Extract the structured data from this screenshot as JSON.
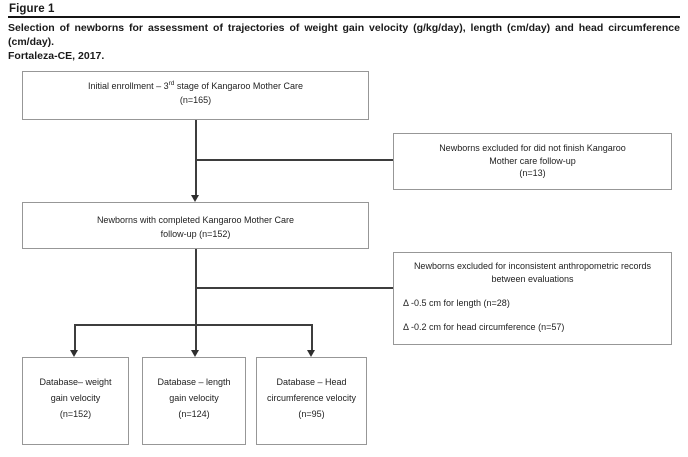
{
  "figure_header": {
    "label": "Figure 1",
    "caption_line1": "Selection of newborns for assessment of trajectories of weight gain velocity (g/kg/day), length (cm/day) and head circumference (cm/day).",
    "caption_line2": "Fortaleza-CE, 2017."
  },
  "flowchart": {
    "initial_enrollment": {
      "text_before_sup": "Initial enrollment – 3",
      "sup": "rd",
      "text_after_sup": " stage of Kangaroo Mother Care",
      "count": "(n=165)"
    },
    "excluded_not_finish": {
      "lines": [
        "Newborns excluded for did not finish Kangaroo",
        "Mother care follow-up",
        "(n=13)"
      ]
    },
    "completed_followup": {
      "lines": [
        "Newborns with completed Kangaroo Mother Care",
        "follow-up (n=152)"
      ]
    },
    "excluded_inconsistent": {
      "heading_line1": "Newborns excluded for inconsistent anthropometric records",
      "heading_line2": "between evaluations",
      "delta_length": "Δ -0.5 cm for length (n=28)",
      "delta_head": "Δ -0.2 cm for head circumference (n=57)"
    },
    "database_weight": {
      "lines": [
        "Database– weight",
        "gain velocity",
        "(n=152)"
      ]
    },
    "database_length": {
      "lines": [
        "Database – length",
        "gain velocity",
        "(n=124)"
      ]
    },
    "database_head": {
      "lines": [
        "Database – Head",
        "circumference velocity",
        "(n=95)"
      ]
    }
  },
  "colors": {
    "box_border": "#979797",
    "connector_line": "#3d3d3d",
    "header_rule": "#151515",
    "text": "#1a1a1a"
  }
}
